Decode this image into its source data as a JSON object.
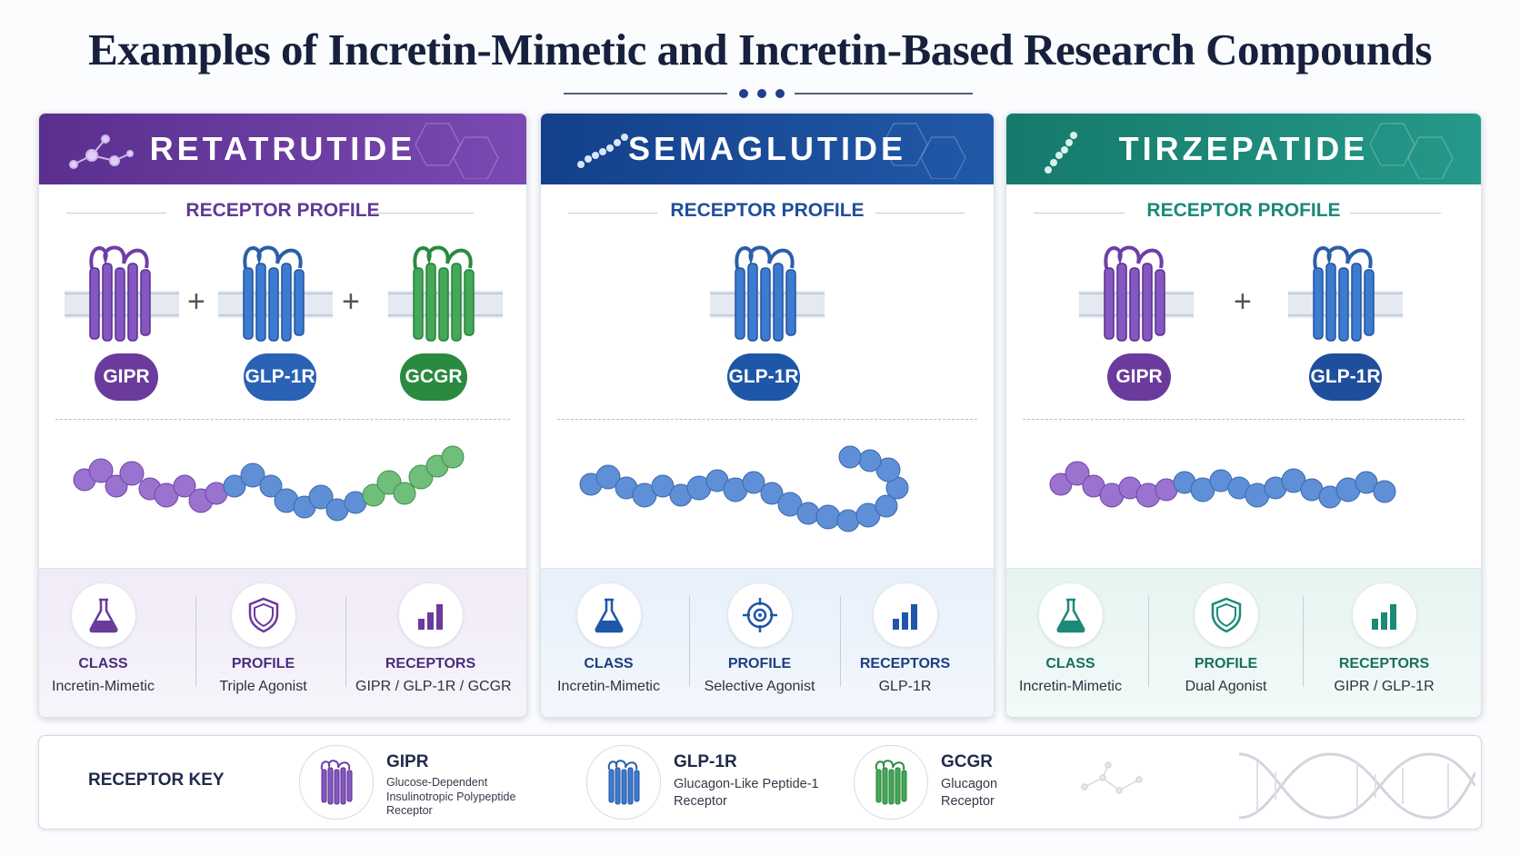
{
  "title": "Examples of Incretin-Mimetic and Incretin-Based Research Compounds",
  "colors": {
    "gipr": "#7b4bb0",
    "glp1r": "#2f6fc4",
    "gcgr": "#2f9a48",
    "retatrutide_header": "#6a3a9c",
    "semaglutide_header": "#1b4d9b",
    "tirzepatide_header": "#1f8c7c"
  },
  "cards": [
    {
      "name": "RETATRUTIDE",
      "section_label": "RECEPTOR PROFILE",
      "receptors": [
        "GIPR",
        "GLP-1R",
        "GCGR"
      ],
      "stats": [
        {
          "icon": "flask-icon",
          "label": "CLASS",
          "value": "Incretin-Mimetic"
        },
        {
          "icon": "shield-icon",
          "label": "PROFILE",
          "value": "Triple Agonist"
        },
        {
          "icon": "bar-chart-icon",
          "label": "RECEPTORS",
          "value": "GIPR / GLP-1R / GCGR"
        }
      ]
    },
    {
      "name": "SEMAGLUTIDE",
      "section_label": "RECEPTOR PROFILE",
      "receptors": [
        "GLP-1R"
      ],
      "stats": [
        {
          "icon": "flask-icon",
          "label": "CLASS",
          "value": "Incretin-Mimetic"
        },
        {
          "icon": "target-icon",
          "label": "PROFILE",
          "value": "Selective Agonist"
        },
        {
          "icon": "bar-chart-icon",
          "label": "RECEPTORS",
          "value": "GLP-1R"
        }
      ]
    },
    {
      "name": "TIRZEPATIDE",
      "section_label": "RECEPTOR PROFILE",
      "receptors": [
        "GIPR",
        "GLP-1R"
      ],
      "stats": [
        {
          "icon": "flask-icon",
          "label": "CLASS",
          "value": "Incretin-Mimetic"
        },
        {
          "icon": "shield-icon",
          "label": "PROFILE",
          "value": "Dual Agonist"
        },
        {
          "icon": "bar-chart-icon",
          "label": "RECEPTORS",
          "value": "GIPR / GLP-1R"
        }
      ]
    }
  ],
  "receptor_key": {
    "label": "RECEPTOR KEY",
    "items": [
      {
        "name": "GIPR",
        "desc": [
          "Glucose-Dependent",
          "Insulinotropic Polypeptide",
          "Receptor"
        ]
      },
      {
        "name": "GLP-1R",
        "desc": [
          "Glucagon-Like Peptide-1",
          "Receptor"
        ]
      },
      {
        "name": "GCGR",
        "desc": [
          "Glucagon",
          "Receptor"
        ]
      }
    ]
  }
}
